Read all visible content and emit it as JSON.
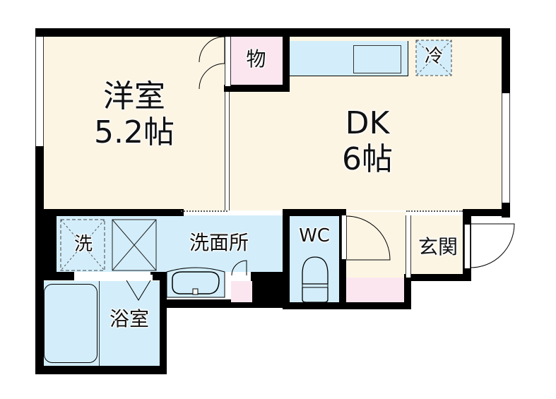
{
  "rooms": {
    "western_room": {
      "name": "洋室",
      "size": "5.2帖"
    },
    "dk": {
      "name": "DK",
      "size": "6帖"
    },
    "storage": {
      "name": "物"
    },
    "fridge": {
      "name": "冷"
    },
    "washer": {
      "name": "洗"
    },
    "washroom": {
      "name": "洗面所"
    },
    "bathroom": {
      "name": "浴室"
    },
    "toilet": {
      "name": "WC"
    },
    "entrance": {
      "name": "玄関"
    }
  },
  "colors": {
    "living_floor": "#fdf5e4",
    "wet_area": "#d3eefa",
    "storage": "#fbe6ef",
    "wall": "#000000"
  }
}
